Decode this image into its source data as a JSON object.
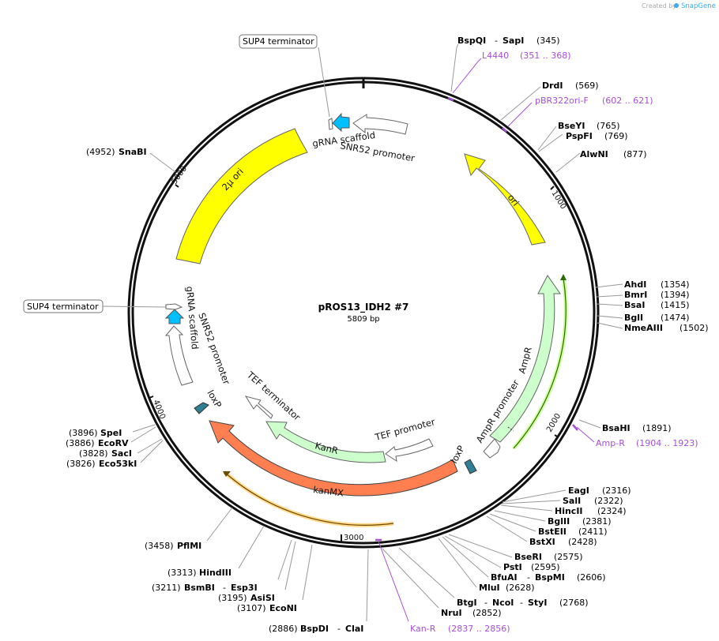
{
  "credit": "Created by",
  "brand": "SnapGene",
  "plasmid": {
    "name": "pROS13_IDH2 #7",
    "size": "5809 bp"
  },
  "ticks": [
    "1000",
    "2000",
    "3000",
    "4000",
    "5000"
  ],
  "features": {
    "sup4_top": "SUP4 terminator",
    "grna_top": "gRNA scaffold",
    "snr52_top": "SNR52 promoter",
    "two_mu": "2μ ori",
    "ori": "ori",
    "sup4_left": "SUP4 terminator",
    "grna_left": "gRNA scaffold",
    "snr52_left": "SNR52 promoter",
    "tef_term": "TEF terminator",
    "loxp_left": "loxP",
    "kanr": "KanR",
    "tef_prom": "TEF promoter",
    "kanmx": "kanMX",
    "loxp_right": "loxP",
    "ampr_prom": "AmpR promoter",
    "ampr": "AmpR"
  },
  "sites": {
    "bspqi": {
      "name1": "BspQI",
      "sep": "-",
      "name2": "SapI",
      "pos": "(345)"
    },
    "drdi": {
      "name": "DrdI",
      "pos": "(569)"
    },
    "bseyi": {
      "name": "BseYI",
      "pos": "(765)"
    },
    "pspfi": {
      "name": "PspFI",
      "pos": "(769)"
    },
    "alwni": {
      "name": "AlwNI",
      "pos": "(877)"
    },
    "ahdi": {
      "name": "AhdI",
      "pos": "(1354)"
    },
    "bmri": {
      "name": "BmrI",
      "pos": "(1394)"
    },
    "bsai": {
      "name": "BsaI",
      "pos": "(1415)"
    },
    "bgli": {
      "name": "BglI",
      "pos": "(1474)"
    },
    "nmeaiii": {
      "name": "NmeAIII",
      "pos": "(1502)"
    },
    "bsahi": {
      "name": "BsaHI",
      "pos": "(1891)"
    },
    "eagi": {
      "name": "EagI",
      "pos": "(2316)"
    },
    "sali": {
      "name": "SalI",
      "pos": "(2322)"
    },
    "hincii": {
      "name": "HincII",
      "pos": "(2324)"
    },
    "bglii": {
      "name": "BglII",
      "pos": "(2381)"
    },
    "bsteii": {
      "name": "BstEII",
      "pos": "(2411)"
    },
    "bstxi": {
      "name": "BstXI",
      "pos": "(2428)"
    },
    "beseri": {
      "name": "BseRI",
      "pos": "(2575)"
    },
    "psti": {
      "name": "PstI",
      "pos": "(2595)"
    },
    "bfuai": {
      "name1": "BfuAI",
      "sep": "-",
      "name2": "BspMI",
      "pos": "(2606)"
    },
    "mlui": {
      "name": "MluI",
      "pos": "(2628)"
    },
    "btgi": {
      "name1": "BtgI",
      "sep1": "-",
      "name2": "NcoI",
      "sep2": "-",
      "name3": "StyI",
      "pos": "(2768)"
    },
    "nrui": {
      "name": "NruI",
      "pos": "(2852)"
    },
    "bspdi": {
      "pos": "(2886)",
      "name1": "BspDI",
      "sep": "-",
      "name2": "ClaI"
    },
    "econi": {
      "pos": "(3107)",
      "name": "EcoNI"
    },
    "asisi": {
      "pos": "(3195)",
      "name": "AsiSI"
    },
    "bsmbi": {
      "pos": "(3211)",
      "name1": "BsmBI",
      "sep": "-",
      "name2": "Esp3I"
    },
    "hindiii": {
      "pos": "(3313)",
      "name": "HindIII"
    },
    "pflmi": {
      "pos": "(3458)",
      "name": "PflMI"
    },
    "spei": {
      "pos": "(3896)",
      "name": "SpeI"
    },
    "ecorv": {
      "pos": "(3886)",
      "name": "EcoRV"
    },
    "saci": {
      "pos": "(3828)",
      "name": "SacI"
    },
    "eco53ki": {
      "pos": "(3826)",
      "name": "Eco53kI"
    },
    "snabi": {
      "pos": "(4952)",
      "name": "SnaBI"
    }
  },
  "primers": {
    "l4440": {
      "name": "L4440",
      "range": "(351 .. 368)"
    },
    "pbr": {
      "name": "pBR322ori-F",
      "range": "(602 .. 621)"
    },
    "ampr": {
      "name": "Amp-R",
      "range": "(1904 .. 1923)"
    },
    "kanr": {
      "name": "Kan-R",
      "range": "(2837 .. 2856)"
    }
  },
  "colors": {
    "ori": "#ffff00",
    "kanmx": "#ff7f50",
    "kanr": "#ccffcc",
    "ampr": "#ccffcc",
    "grna": "#00bfff",
    "loxp": "#2f7f95",
    "primer": "#a64fd6"
  }
}
